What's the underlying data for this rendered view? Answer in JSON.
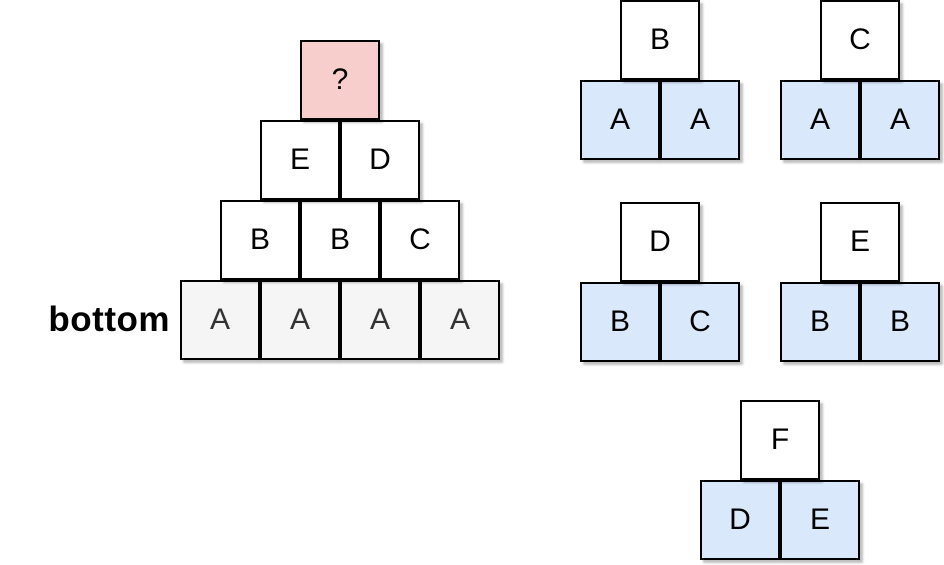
{
  "colors": {
    "background": "#ffffff",
    "top_unknown_fill": "#f8cecc",
    "rule_bottom_fill": "#dae8fc",
    "pyramid_base_fill": "#f5f5f5",
    "plain_block_fill": "#ffffff",
    "block_border": "#000000",
    "base_letter_color": "#333333",
    "letter_color": "#000000"
  },
  "pyramid": {
    "label": "bottom",
    "rows": [
      {
        "blocks": [
          {
            "letter": "?"
          }
        ]
      },
      {
        "blocks": [
          {
            "letter": "E"
          },
          {
            "letter": "D"
          }
        ]
      },
      {
        "blocks": [
          {
            "letter": "B"
          },
          {
            "letter": "B"
          },
          {
            "letter": "C"
          }
        ]
      },
      {
        "blocks": [
          {
            "letter": "A"
          },
          {
            "letter": "A"
          },
          {
            "letter": "A"
          },
          {
            "letter": "A"
          }
        ]
      }
    ]
  },
  "rules": [
    {
      "top": "B",
      "bottom_left": "A",
      "bottom_right": "A"
    },
    {
      "top": "C",
      "bottom_left": "A",
      "bottom_right": "A"
    },
    {
      "top": "D",
      "bottom_left": "B",
      "bottom_right": "C"
    },
    {
      "top": "E",
      "bottom_left": "B",
      "bottom_right": "B"
    },
    {
      "top": "F",
      "bottom_left": "D",
      "bottom_right": "E"
    }
  ]
}
